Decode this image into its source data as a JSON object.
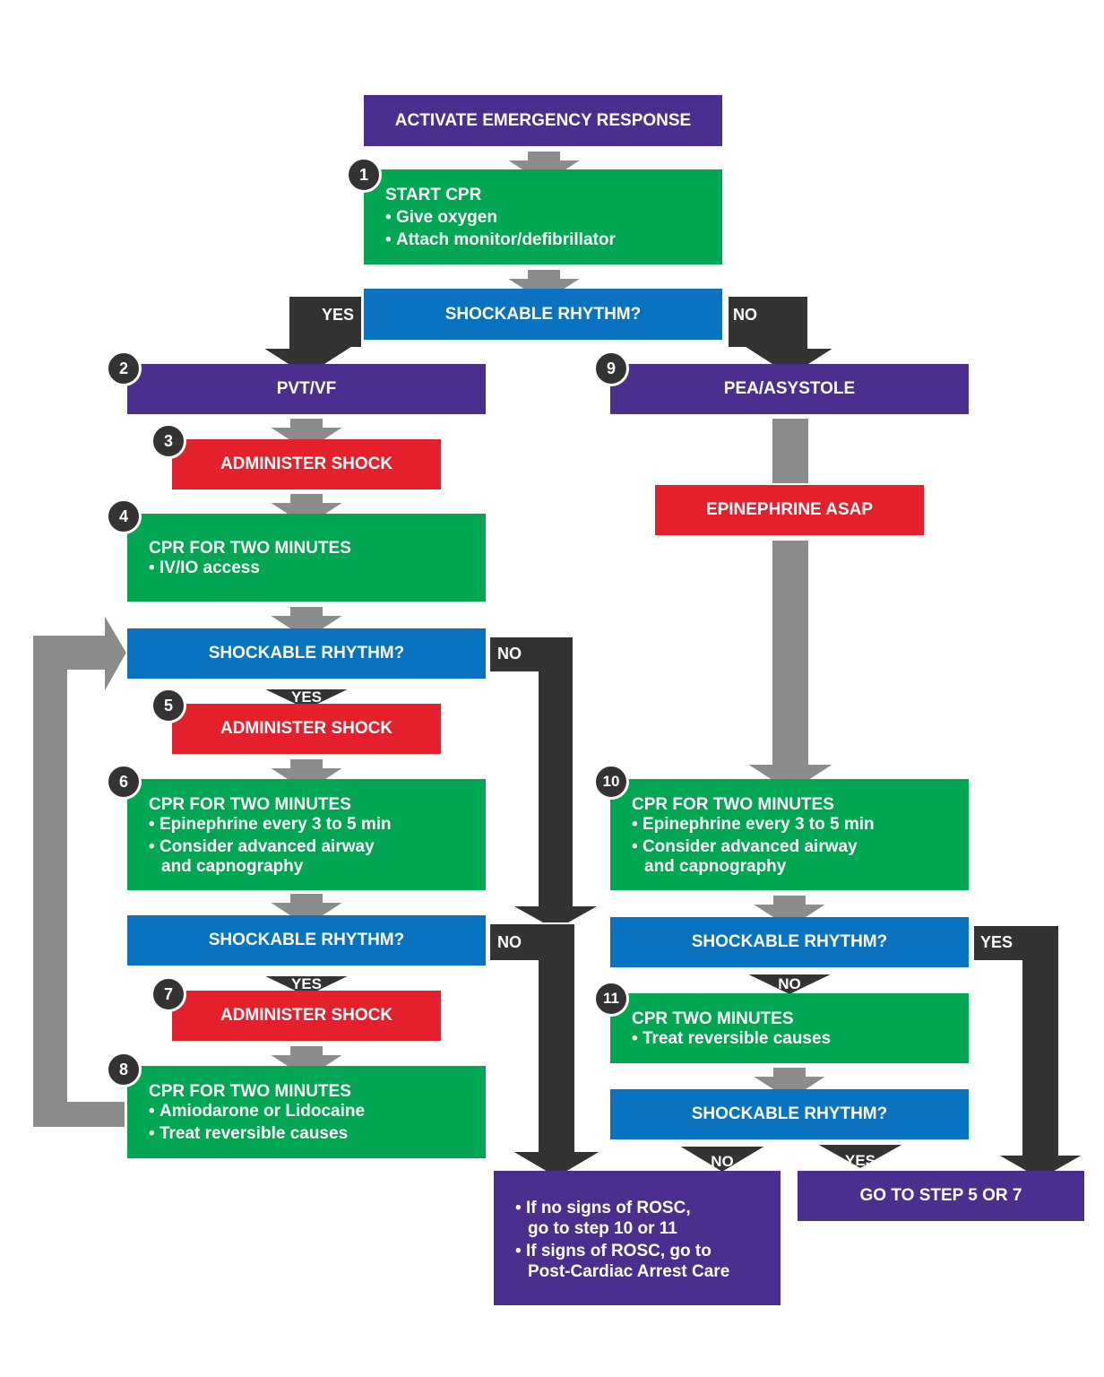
{
  "boxes": {
    "activate": "ACTIVATE EMERGENCY RESPONSE",
    "start_cpr": {
      "title": "START CPR",
      "items": [
        "Give oxygen",
        "Attach monitor/defibrillator"
      ]
    },
    "shockable_1": "SHOCKABLE RHYTHM?",
    "pvt_vf": "PVT/VF",
    "pea_asystole": "PEA/ASYSTOLE",
    "shock_3": "ADMINISTER SHOCK",
    "cpr_4": {
      "title": "CPR FOR TWO MINUTES",
      "items": [
        "IV/IO access"
      ]
    },
    "epinephrine_asap": "EPINEPHRINE ASAP",
    "shockable_2": "SHOCKABLE RHYTHM?",
    "shock_5": "ADMINISTER SHOCK",
    "cpr_6": {
      "title": "CPR FOR TWO MINUTES",
      "item1": "Epinephrine every 3 to 5 min",
      "item2_line1": "Consider advanced airway",
      "item2_line2": "and capnography"
    },
    "cpr_10": {
      "title": "CPR FOR TWO MINUTES",
      "item1": "Epinephrine every 3 to 5 min",
      "item2_line1": "Consider advanced airway",
      "item2_line2": "and capnography"
    },
    "shockable_3": "SHOCKABLE RHYTHM?",
    "shockable_4": "SHOCKABLE RHYTHM?",
    "shock_7": "ADMINISTER SHOCK",
    "cpr_11": {
      "title": "CPR TWO MINUTES",
      "items": [
        "Treat reversible causes"
      ]
    },
    "cpr_8": {
      "title": "CPR FOR TWO MINUTES",
      "items": [
        "Amiodarone or Lidocaine",
        "Treat reversible causes"
      ]
    },
    "shockable_5": "SHOCKABLE RHYTHM?",
    "final_rosc": {
      "item1_line1": "If no signs of ROSC,",
      "item1_line2": "go to step 10 or 11",
      "item2_line1": "If signs of ROSC, go to",
      "item2_line2": "Post-Cardiac Arrest Care"
    },
    "goto_step": "GO TO STEP 5 OR 7"
  },
  "steps": [
    "1",
    "2",
    "3",
    "4",
    "5",
    "6",
    "7",
    "8",
    "9",
    "10",
    "11"
  ],
  "labels": {
    "yes": "YES",
    "no": "NO"
  },
  "colors": {
    "green": "#00a651",
    "purple": "#4b2e8e",
    "blue": "#0a73c1",
    "red": "#e4202c",
    "dark_arrow": "#333333",
    "light_arrow": "#8c8c8c",
    "badge": "#333333"
  }
}
